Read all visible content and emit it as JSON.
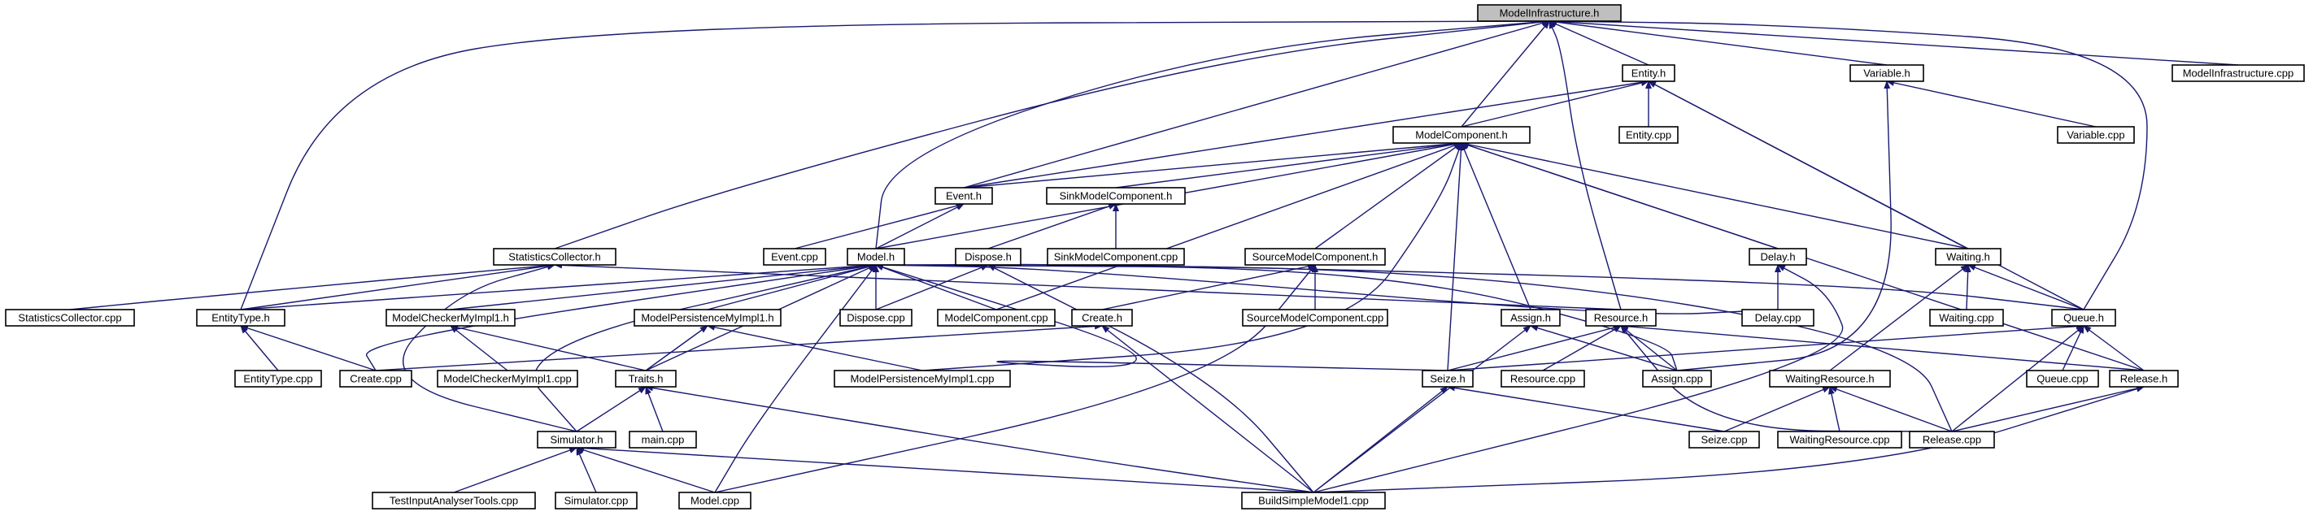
{
  "diagram": {
    "type": "include-dependency-graph",
    "colors": {
      "edge": "#191970",
      "root_fill": "#bfbfbf",
      "node_fill": "#ffffff",
      "node_border": "#000000"
    },
    "nodes": [
      {
        "id": "mi",
        "label": "ModelInfrastructure.h",
        "root": true
      },
      {
        "id": "mic",
        "label": "ModelInfrastructure.cpp"
      },
      {
        "id": "ent",
        "label": "Entity.h"
      },
      {
        "id": "entc",
        "label": "Entity.cpp"
      },
      {
        "id": "var",
        "label": "Variable.h"
      },
      {
        "id": "varc",
        "label": "Variable.cpp"
      },
      {
        "id": "mc",
        "label": "ModelComponent.h"
      },
      {
        "id": "ev",
        "label": "Event.h"
      },
      {
        "id": "evc",
        "label": "Event.cpp"
      },
      {
        "id": "smc",
        "label": "SinkModelComponent.h"
      },
      {
        "id": "smcc",
        "label": "SinkModelComponent.cpp"
      },
      {
        "id": "sc",
        "label": "StatisticsCollector.h"
      },
      {
        "id": "scc",
        "label": "StatisticsCollector.cpp"
      },
      {
        "id": "mod",
        "label": "Model.h"
      },
      {
        "id": "disp",
        "label": "Dispose.h"
      },
      {
        "id": "dispc",
        "label": "Dispose.cpp"
      },
      {
        "id": "somc",
        "label": "SourceModelComponent.h"
      },
      {
        "id": "somcc",
        "label": "SourceModelComponent.cpp"
      },
      {
        "id": "del",
        "label": "Delay.h"
      },
      {
        "id": "delc",
        "label": "Delay.cpp"
      },
      {
        "id": "wai",
        "label": "Waiting.h"
      },
      {
        "id": "waic",
        "label": "Waiting.cpp"
      },
      {
        "id": "et",
        "label": "EntityType.h"
      },
      {
        "id": "etc",
        "label": "EntityType.cpp"
      },
      {
        "id": "mcm",
        "label": "ModelCheckerMyImpl1.h"
      },
      {
        "id": "mcmc",
        "label": "ModelCheckerMyImpl1.cpp"
      },
      {
        "id": "mpm",
        "label": "ModelPersistenceMyImpl1.h"
      },
      {
        "id": "mpmc",
        "label": "ModelPersistenceMyImpl1.cpp"
      },
      {
        "id": "mcc",
        "label": "ModelComponent.cpp"
      },
      {
        "id": "cre",
        "label": "Create.h"
      },
      {
        "id": "crec",
        "label": "Create.cpp"
      },
      {
        "id": "asg",
        "label": "Assign.h"
      },
      {
        "id": "asgc",
        "label": "Assign.cpp"
      },
      {
        "id": "res",
        "label": "Resource.h"
      },
      {
        "id": "resc",
        "label": "Resource.cpp"
      },
      {
        "id": "que",
        "label": "Queue.h"
      },
      {
        "id": "quec",
        "label": "Queue.cpp"
      },
      {
        "id": "tra",
        "label": "Traits.h"
      },
      {
        "id": "sei",
        "label": "Seize.h"
      },
      {
        "id": "seic",
        "label": "Seize.cpp"
      },
      {
        "id": "wr",
        "label": "WaitingResource.h"
      },
      {
        "id": "wrc",
        "label": "WaitingResource.cpp"
      },
      {
        "id": "rel",
        "label": "Release.h"
      },
      {
        "id": "relc",
        "label": "Release.cpp"
      },
      {
        "id": "sim",
        "label": "Simulator.h"
      },
      {
        "id": "simc",
        "label": "Simulator.cpp"
      },
      {
        "id": "mainc",
        "label": "main.cpp"
      },
      {
        "id": "tiat",
        "label": "TestInputAnalyserTools.cpp"
      },
      {
        "id": "modc",
        "label": "Model.cpp"
      },
      {
        "id": "bsm",
        "label": "BuildSimpleModel1.cpp"
      }
    ],
    "edges": [
      [
        "mic",
        "mi"
      ],
      [
        "ent",
        "mi"
      ],
      [
        "var",
        "mi"
      ],
      [
        "mc",
        "mi"
      ],
      [
        "ev",
        "mi"
      ],
      [
        "sc",
        "mi"
      ],
      [
        "mod",
        "mi"
      ],
      [
        "et",
        "mi"
      ],
      [
        "res",
        "mi"
      ],
      [
        "que",
        "mi"
      ],
      [
        "entc",
        "ent"
      ],
      [
        "mc",
        "ent"
      ],
      [
        "ev",
        "ent"
      ],
      [
        "wai",
        "ent"
      ],
      [
        "que",
        "ent"
      ],
      [
        "varc",
        "var"
      ],
      [
        "asgc",
        "var"
      ],
      [
        "ev",
        "mc"
      ],
      [
        "mod",
        "mc"
      ],
      [
        "smc",
        "mc"
      ],
      [
        "somc",
        "mc"
      ],
      [
        "del",
        "mc"
      ],
      [
        "wai",
        "mc"
      ],
      [
        "mcc",
        "mc"
      ],
      [
        "asg",
        "mc"
      ],
      [
        "sei",
        "mc"
      ],
      [
        "mpmc",
        "mc"
      ],
      [
        "rel",
        "mc"
      ],
      [
        "evc",
        "ev"
      ],
      [
        "mod",
        "ev"
      ],
      [
        "smcc",
        "smc"
      ],
      [
        "disp",
        "smc"
      ],
      [
        "scc",
        "sc"
      ],
      [
        "et",
        "sc"
      ],
      [
        "res",
        "sc"
      ],
      [
        "sim",
        "sc"
      ],
      [
        "et",
        "mod"
      ],
      [
        "mcm",
        "mod"
      ],
      [
        "mpm",
        "mod"
      ],
      [
        "dispc",
        "mod"
      ],
      [
        "mcc",
        "mod"
      ],
      [
        "crec",
        "mod"
      ],
      [
        "tra",
        "mod"
      ],
      [
        "sim",
        "mod"
      ],
      [
        "modc",
        "mod"
      ],
      [
        "delc",
        "mod"
      ],
      [
        "asgc",
        "mod"
      ],
      [
        "relc",
        "mod"
      ],
      [
        "que",
        "mod"
      ],
      [
        "sei",
        "mod"
      ],
      [
        "dispc",
        "disp"
      ],
      [
        "bsm",
        "disp"
      ],
      [
        "somcc",
        "somc"
      ],
      [
        "cre",
        "somc"
      ],
      [
        "modc",
        "somc"
      ],
      [
        "delc",
        "del"
      ],
      [
        "bsm",
        "del"
      ],
      [
        "waic",
        "wai"
      ],
      [
        "que",
        "wai"
      ],
      [
        "wr",
        "wai"
      ],
      [
        "etc",
        "et"
      ],
      [
        "crec",
        "et"
      ],
      [
        "mcmc",
        "mcm"
      ],
      [
        "tra",
        "mcm"
      ],
      [
        "tra",
        "mpm"
      ],
      [
        "mpmc",
        "mpm"
      ],
      [
        "crec",
        "cre"
      ],
      [
        "bsm",
        "cre"
      ],
      [
        "asgc",
        "asg"
      ],
      [
        "bsm",
        "asg"
      ],
      [
        "sei",
        "res"
      ],
      [
        "resc",
        "res"
      ],
      [
        "asgc",
        "res"
      ],
      [
        "rel",
        "res"
      ],
      [
        "relc",
        "res"
      ],
      [
        "quec",
        "que"
      ],
      [
        "sei",
        "que"
      ],
      [
        "rel",
        "que"
      ],
      [
        "relc",
        "que"
      ],
      [
        "sim",
        "tra"
      ],
      [
        "mainc",
        "tra"
      ],
      [
        "bsm",
        "tra"
      ],
      [
        "seic",
        "sei"
      ],
      [
        "bsm",
        "sei"
      ],
      [
        "seic",
        "wr"
      ],
      [
        "wrc",
        "wr"
      ],
      [
        "relc",
        "wr"
      ],
      [
        "relc",
        "rel"
      ],
      [
        "bsm",
        "rel"
      ],
      [
        "tiat",
        "sim"
      ],
      [
        "simc",
        "sim"
      ],
      [
        "modc",
        "sim"
      ],
      [
        "bsm",
        "sim"
      ]
    ]
  }
}
